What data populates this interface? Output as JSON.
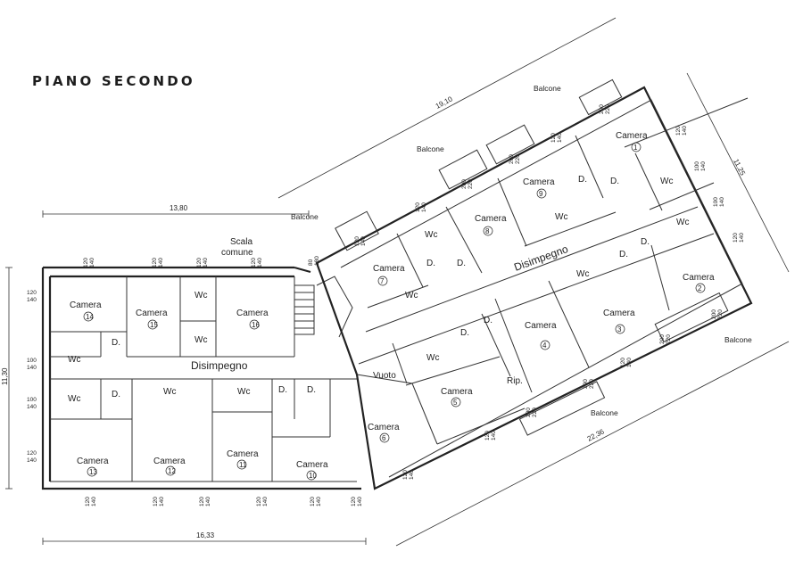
{
  "title": "PIANO SECONDO",
  "labels": {
    "camera": "Camera",
    "wc": "Wc",
    "d": "D.",
    "disimpegno": "Disimpegno",
    "scala_line1": "Scala",
    "scala_line2": "comune",
    "balcone": "Balcone",
    "vuoto": "Vuoto",
    "rip": "Rip."
  },
  "dimensions": {
    "top_left": "13,80",
    "left_height": "11,30",
    "bottom_left": "16,33",
    "diag_top": "19,10",
    "diag_right": "11,25",
    "diag_bottom": "22,36"
  },
  "room_numbers": [
    "1",
    "2",
    "3",
    "4",
    "5",
    "6",
    "7",
    "8",
    "9",
    "10",
    "11",
    "12",
    "13",
    "14",
    "15",
    "16"
  ],
  "window_tags": {
    "a": "120",
    "b": "140",
    "c": "100",
    "d": "200",
    "e": "220",
    "f": "80",
    "g": "180"
  }
}
